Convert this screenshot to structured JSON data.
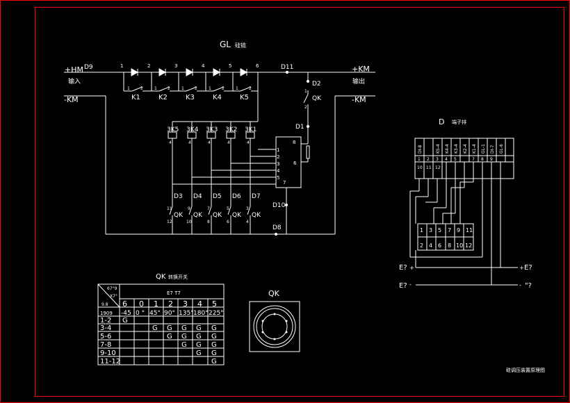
{
  "diagram": {
    "title": "GL",
    "title_note": "硅链",
    "input_plus": "+HM",
    "input_label": "输入",
    "input_minus": "-KM",
    "output_plus": "+KM",
    "output_label": "输出",
    "output_minus": "-KM",
    "bottom_caption": "硅调压装置原理图",
    "colors": {
      "border": "#ff0000",
      "line": "#ffffff",
      "background": "#000000"
    }
  },
  "silicon_chain": {
    "d9": "D9",
    "d11": "D11",
    "d2": "D2",
    "d1": "D1",
    "d10": "D10",
    "d8": "D8",
    "qk": "QK",
    "qk_pin_top": "1",
    "qk_pin_bot": "2",
    "nodes": [
      "1",
      "2",
      "3",
      "4",
      "5",
      "6"
    ],
    "contacts": [
      {
        "label": "K1",
        "pin1": "1",
        "pin2": "2"
      },
      {
        "label": "K2",
        "pin1": "1",
        "pin2": "2"
      },
      {
        "label": "K3",
        "pin1": "1",
        "pin2": "2"
      },
      {
        "label": "K4",
        "pin1": "1",
        "pin2": "2"
      },
      {
        "label": "K5",
        "pin1": "1",
        "pin2": "2"
      }
    ],
    "relays": [
      {
        "label": "3K5",
        "pin_top": "3",
        "pin_bot": "4"
      },
      {
        "label": "3K4",
        "pin_top": "3",
        "pin_bot": "4"
      },
      {
        "label": "3K3",
        "pin_top": "3",
        "pin_bot": "4"
      },
      {
        "label": "3K2",
        "pin_top": "3",
        "pin_bot": "4"
      },
      {
        "label": "3K1",
        "pin_top": "3",
        "pin_bot": "4"
      }
    ],
    "module_pins_left": [
      "1",
      "2",
      "3",
      "4",
      "5"
    ],
    "module_pin_8": "8",
    "module_pin_6": "6",
    "module_pin_7": "7",
    "switches": [
      {
        "diode": "D3",
        "qk": "QK",
        "pin_top": "11",
        "pin_bot": "12"
      },
      {
        "diode": "D4",
        "qk": "QK",
        "pin_top": "9",
        "pin_bot": "10"
      },
      {
        "diode": "D5",
        "qk": "QK",
        "pin_top": "7",
        "pin_bot": "8"
      },
      {
        "diode": "D6",
        "qk": "QK",
        "pin_top": "5",
        "pin_bot": "6"
      },
      {
        "diode": "D7",
        "qk": "QK",
        "pin_top": "3",
        "pin_bot": "4"
      }
    ]
  },
  "terminal_block": {
    "title": "D",
    "title_note": "端子排",
    "columns": [
      "DI-8",
      "",
      "KS-4",
      "K4-4",
      "K3-4",
      "K2-4",
      "K1-4",
      "",
      "GL-1",
      "DI-7",
      "GL-6"
    ],
    "row1": [
      "1",
      "2",
      "3",
      "4",
      "5",
      "",
      "7",
      "8",
      "9"
    ],
    "row2": [
      "10",
      "11",
      "12"
    ],
    "lower_top": [
      "1",
      "3",
      "5",
      "7",
      "9",
      "11"
    ],
    "lower_bot": [
      "2",
      "4",
      "6",
      "8",
      "10",
      "12"
    ],
    "left_top": "E?",
    "left_top_sign": "+",
    "left_bot": "E?",
    "left_bot_sign": "-",
    "right_top": "E?",
    "right_top_sign": "+",
    "right_bot": "\"?",
    "right_bot_sign": "-"
  },
  "switch_table": {
    "title": "QK",
    "title_note": "转换开关",
    "header_note": "E7 T7",
    "corner_top": "67°9",
    "corner_mid": "X7°",
    "corner_bot": "9.8",
    "positions": [
      "6",
      "0",
      "1",
      "2",
      "3",
      "4",
      "5"
    ],
    "row_label": "1909",
    "angles": [
      "-45",
      "0 °",
      "45°",
      "90°",
      "135°",
      "180°",
      "225°"
    ],
    "rows": [
      {
        "label": "1-2",
        "cells": [
          "G",
          "",
          "",
          "",
          "",
          "",
          ""
        ]
      },
      {
        "label": "3-4",
        "cells": [
          "",
          "",
          "G",
          "G",
          "G",
          "G",
          "G"
        ]
      },
      {
        "label": "5-6",
        "cells": [
          "",
          "",
          "",
          "G",
          "G",
          "G",
          "G"
        ]
      },
      {
        "label": "7-8",
        "cells": [
          "",
          "",
          "",
          "",
          "G",
          "G",
          "G"
        ]
      },
      {
        "label": "9-10",
        "cells": [
          "",
          "",
          "",
          "",
          "",
          "G",
          "G"
        ]
      },
      {
        "label": "11-12",
        "cells": [
          "",
          "",
          "",
          "",
          "",
          "",
          "G"
        ]
      }
    ]
  },
  "qk_symbol": {
    "title": "QK"
  }
}
